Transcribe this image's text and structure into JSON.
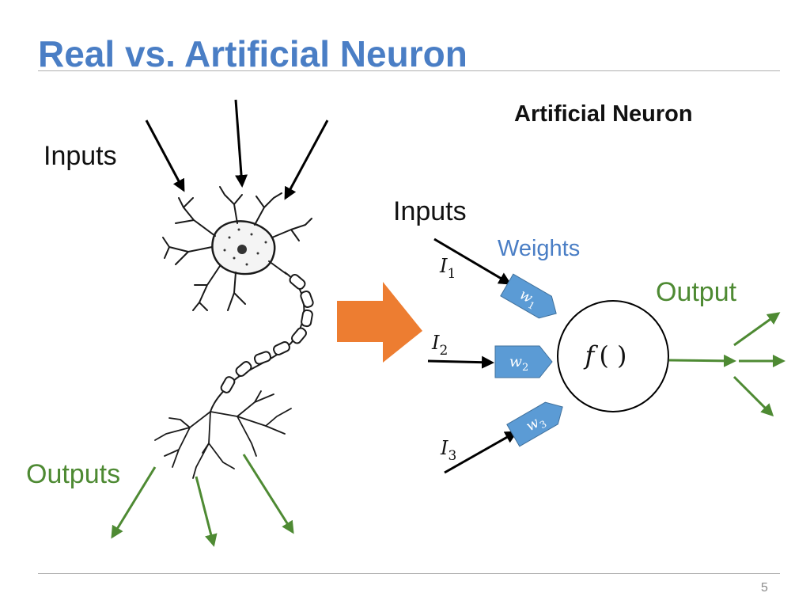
{
  "title": "Real vs. Artificial Neuron",
  "page_number": "5",
  "real_neuron": {
    "inputs_label": "Inputs",
    "outputs_label": "Outputs"
  },
  "artificial_neuron": {
    "heading": "Artificial Neuron",
    "inputs_label": "Inputs",
    "weights_label": "Weights",
    "output_label": "Output",
    "inputs": [
      {
        "base": "I",
        "sub": "1"
      },
      {
        "base": "I",
        "sub": "2"
      },
      {
        "base": "I",
        "sub": "3"
      }
    ],
    "weights": [
      {
        "base": "w",
        "sub": "1"
      },
      {
        "base": "w",
        "sub": "2"
      },
      {
        "base": "w",
        "sub": "3"
      }
    ],
    "function": {
      "name": "f",
      "args": "( )"
    }
  },
  "colors": {
    "title": "#4a7ec5",
    "weights": "#4a7ec5",
    "weight_fill": "#5b9bd5",
    "output": "#4e8a33",
    "transform_arrow": "#ed7d31",
    "input_arrows": "#000000"
  },
  "icons": {
    "neuron": "biological-neuron-sketch",
    "transform": "orange-block-arrow-right"
  }
}
